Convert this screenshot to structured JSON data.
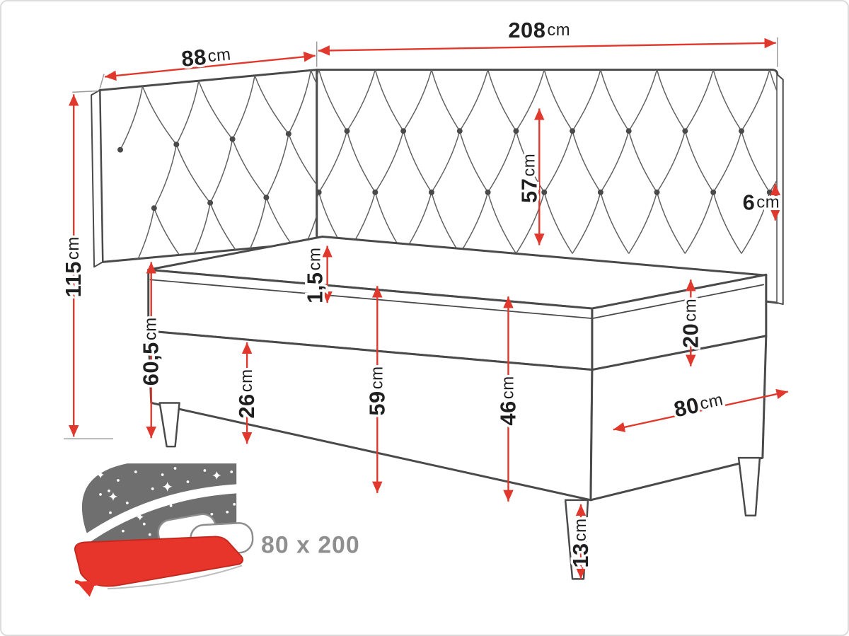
{
  "page": {
    "background": "#ffffff",
    "frame_border": "#dcdcdc"
  },
  "colors": {
    "dimension": "#e0382c",
    "outline": "#4a4a4a",
    "label_text": "#1f1f1f",
    "size_text": "#8f8f8f",
    "icon_gray": "#6f6f6f",
    "icon_red": "#e8352b"
  },
  "dimensions": {
    "side_panel_width": {
      "value": "88",
      "unit": "cm"
    },
    "back_panel_width": {
      "value": "208",
      "unit": "cm"
    },
    "total_height": {
      "value": "115",
      "unit": "cm"
    },
    "headboard_above_mattress": {
      "value": "57",
      "unit": "cm"
    },
    "panel_thickness": {
      "value": "6",
      "unit": "cm"
    },
    "topper_thickness": {
      "value": "1,5",
      "unit": "cm"
    },
    "side_total_below_top": {
      "value": "60,5",
      "unit": "cm"
    },
    "lower_box_height": {
      "value": "26",
      "unit": "cm"
    },
    "base_with_legs_height": {
      "value": "59",
      "unit": "cm"
    },
    "base_front_height": {
      "value": "46",
      "unit": "cm"
    },
    "mattress_height": {
      "value": "20",
      "unit": "cm"
    },
    "bed_width": {
      "value": "80",
      "unit": "cm"
    },
    "leg_height": {
      "value": "13",
      "unit": "cm"
    }
  },
  "size_icon": {
    "label": "80 x 200"
  }
}
